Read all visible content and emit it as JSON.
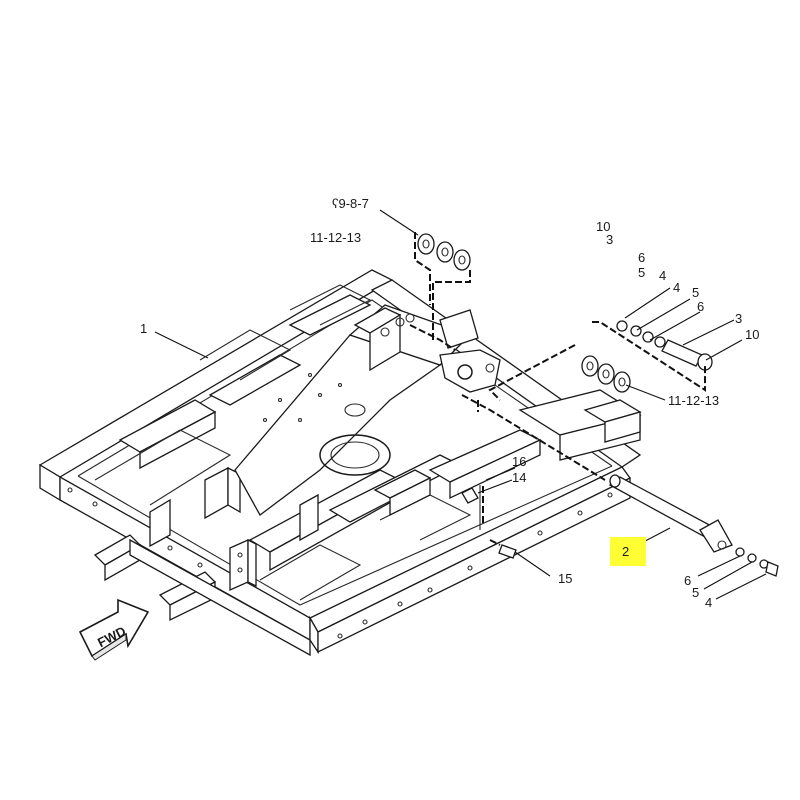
{
  "callouts": {
    "c_9_8_7": "ʕ9-8-7",
    "c_11_12_13_top": "11-12-13",
    "c_10_top": "10",
    "c_3_top": "3",
    "c_6_top": "6",
    "c_5_top": "5",
    "c_4_top": "4",
    "c_4_right": "4",
    "c_5_right": "5",
    "c_6_right": "6",
    "c_3_right": "3",
    "c_10_right": "10",
    "c_11_12_13_right": "11-12-13",
    "c_1": "1",
    "c_16": "16",
    "c_14": "14",
    "c_15": "15",
    "c_2": "2",
    "c_6_bottom": "6",
    "c_5_bottom": "5",
    "c_4_bottom": "4"
  },
  "fwd_label": "FWD",
  "highlight_color": "#ffff33"
}
